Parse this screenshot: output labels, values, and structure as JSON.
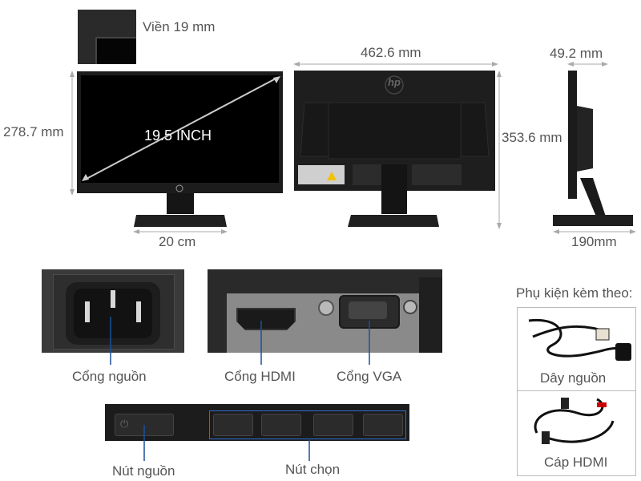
{
  "dimensions": {
    "bezel": "Viền 19 mm",
    "width": "462.6 mm",
    "depth": "49.2 mm",
    "height_front": "278.7 mm",
    "height_back": "353.6 mm",
    "diagonal": "19.5 INCH",
    "stand_width": "20 cm",
    "base_depth": "190mm"
  },
  "brand_logo": "hp",
  "ports": {
    "power": "Cổng nguồn",
    "hdmi": "Cổng HDMI",
    "vga": "Cổng VGA"
  },
  "buttons": {
    "power": "Nút nguồn",
    "select": "Nút chọn"
  },
  "accessories": {
    "title": "Phụ kiện kèm theo:",
    "items": [
      "Dây nguồn",
      "Cáp HDMI"
    ]
  },
  "colors": {
    "monitor_body": "#1a1a1a",
    "label_text": "#555555",
    "callout_line": "#1a4f9c"
  }
}
